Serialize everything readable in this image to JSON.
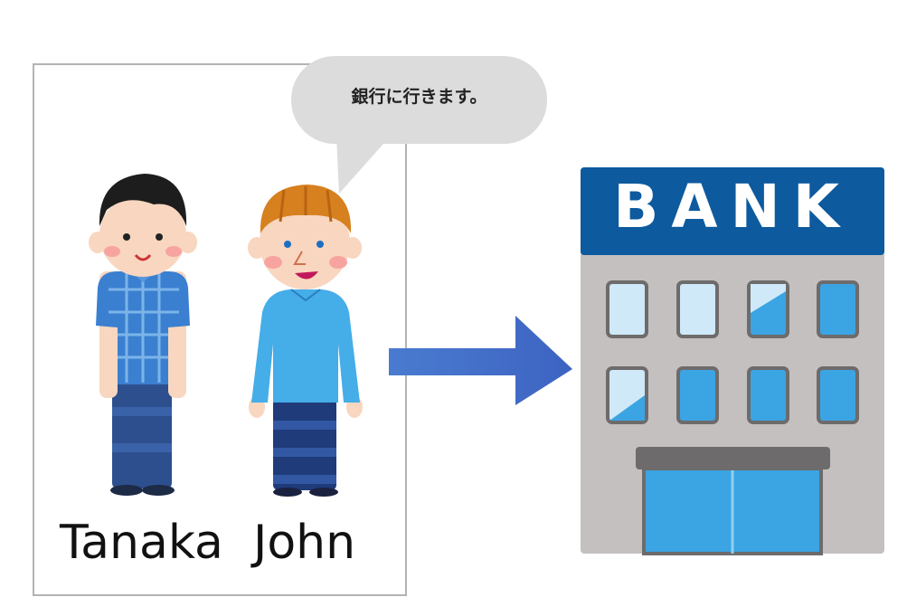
{
  "speech_bubble": {
    "text": "銀行に行きます。"
  },
  "people": [
    {
      "name": "Tanaka"
    },
    {
      "name": "John"
    }
  ],
  "bank": {
    "sign": "BANK"
  },
  "colors": {
    "arrow": "#4472c4",
    "bank_sign": "#0d5a9e",
    "bank_wall": "#c4c0bf",
    "window": "#3ba4e3",
    "bubble": "#dcdcdc"
  }
}
